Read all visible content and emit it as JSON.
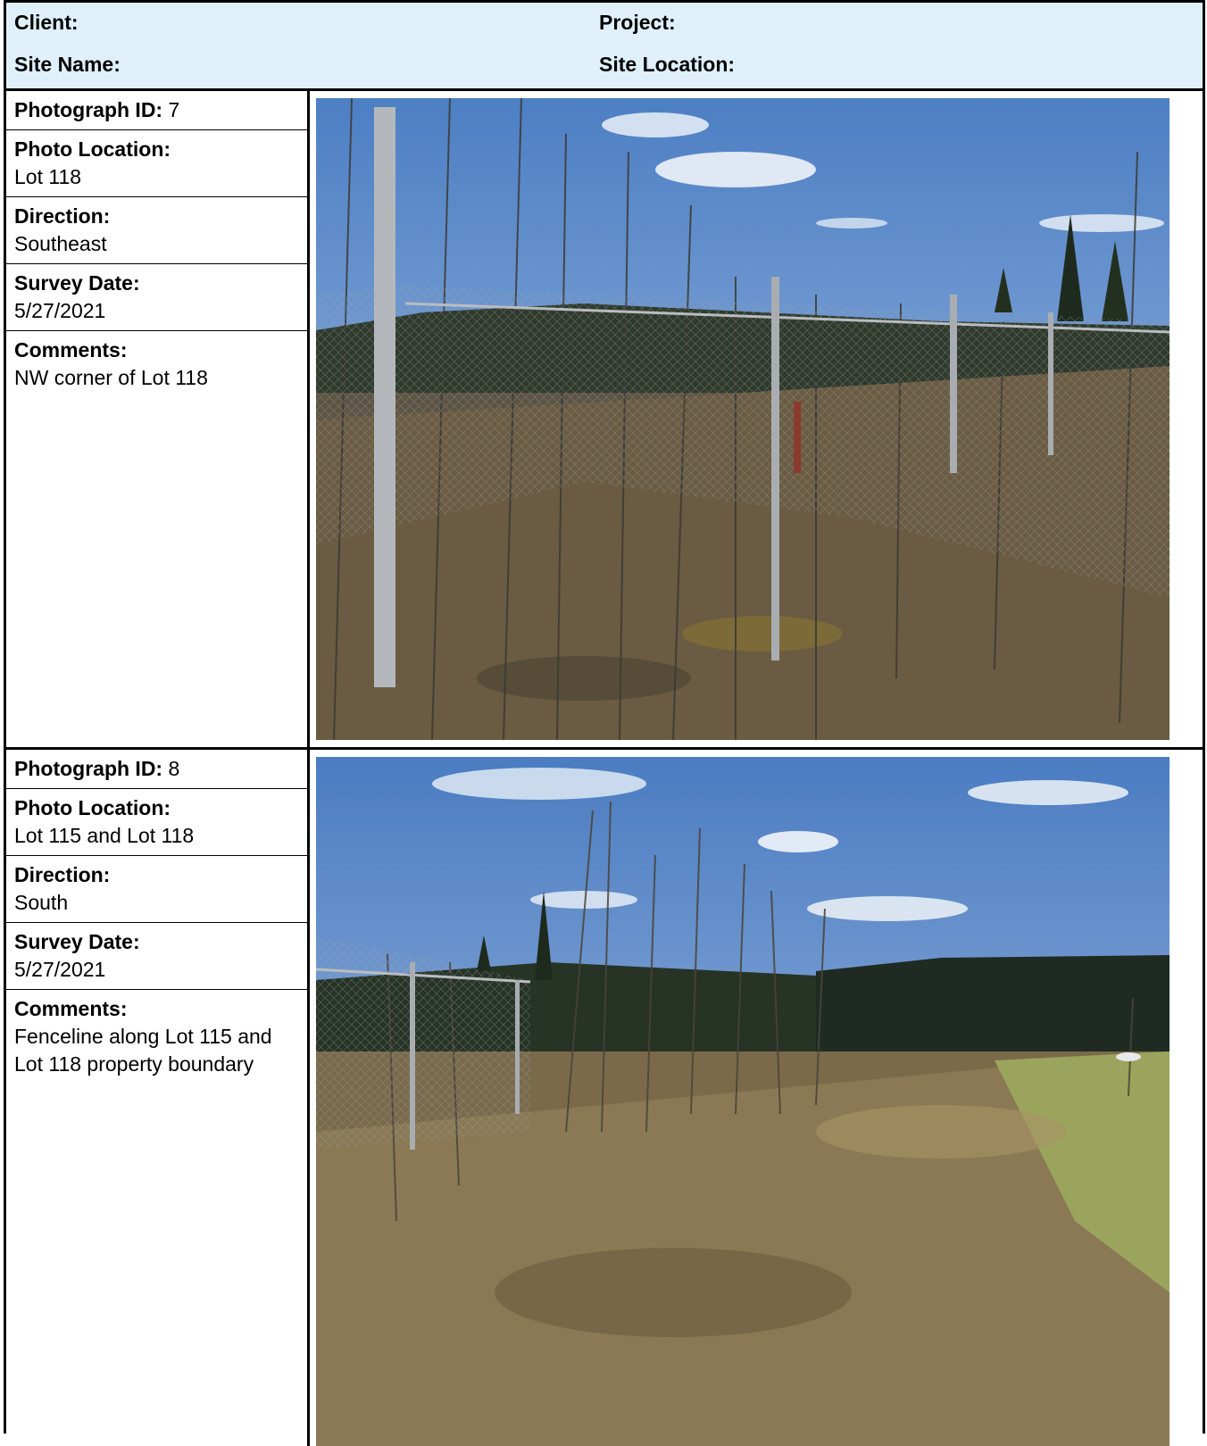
{
  "header": {
    "client_label": "Client:",
    "project_label": "Project:",
    "site_name_label": "Site Name:",
    "site_location_label": "Site Location:"
  },
  "photos": [
    {
      "id_label": "Photograph ID:",
      "id_value": "7",
      "location_label": "Photo Location:",
      "location_value": "Lot 118",
      "direction_label": "Direction:",
      "direction_value": "Southeast",
      "date_label": "Survey Date:",
      "date_value": "5/27/2021",
      "comments_label": "Comments:",
      "comments_value": "NW corner of Lot 118"
    },
    {
      "id_label": "Photograph ID:",
      "id_value": "8",
      "location_label": "Photo Location:",
      "location_value": "Lot 115 and Lot 118",
      "direction_label": "Direction:",
      "direction_value": "South",
      "date_label": "Survey Date:",
      "date_value": "5/27/2021",
      "comments_label": "Comments:",
      "comments_value": "Fenceline along Lot 115 and Lot 118 property boundary"
    }
  ]
}
